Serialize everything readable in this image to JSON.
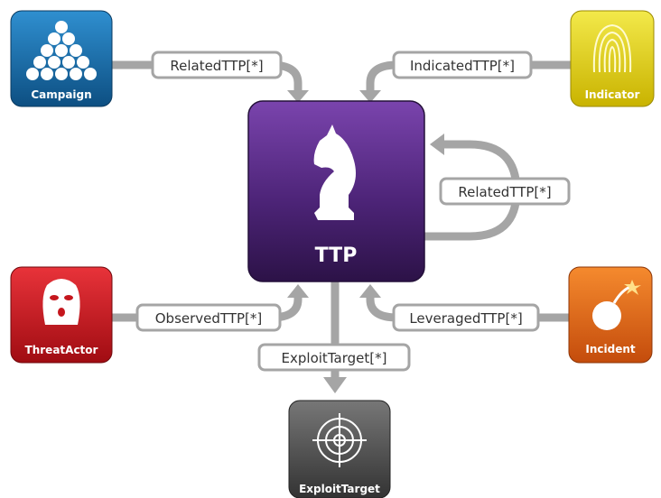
{
  "nodes": {
    "campaign": {
      "label": "Campaign",
      "color": "#1e6fa8",
      "icon": "stacked-balls-icon"
    },
    "indicator": {
      "label": "Indicator",
      "color": "#e3d500",
      "icon": "fingerprint-icon"
    },
    "ttp": {
      "label": "TTP",
      "color": "#5b2d88",
      "icon": "chess-knight-icon"
    },
    "threat_actor": {
      "label": "ThreatActor",
      "color": "#c5161d",
      "icon": "balaclava-mask-icon"
    },
    "incident": {
      "label": "Incident",
      "color": "#e2641a",
      "icon": "bomb-icon"
    },
    "exploit_target": {
      "label": "ExploitTarget",
      "color": "#555555",
      "icon": "target-crosshair-icon"
    }
  },
  "edges": {
    "campaign_related": "RelatedTTP[*]",
    "indicator_indicated": "IndicatedTTP[*]",
    "ttp_related_self": "RelatedTTP[*]",
    "threat_actor_observed": "ObservedTTP[*]",
    "incident_leveraged": "LeveragedTTP[*]",
    "exploit_target": "ExploitTarget[*]"
  },
  "colors": {
    "connector": "#a5a5a5",
    "label_text": "#333333"
  }
}
